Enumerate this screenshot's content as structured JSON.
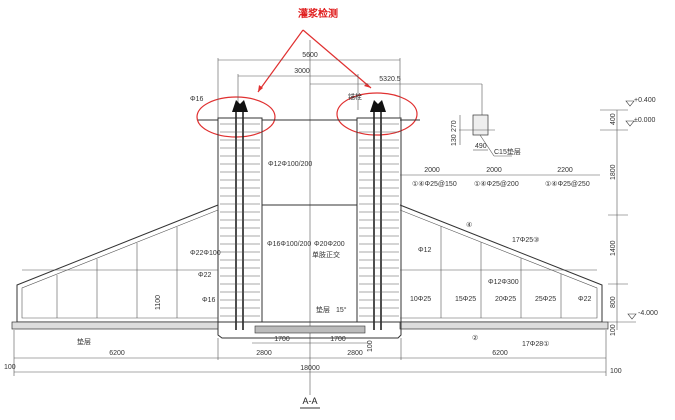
{
  "drawing": {
    "title": "A-A",
    "annotation": "灌浆检测",
    "colors": {
      "annotation": "#e02020",
      "lines": "#333333"
    },
    "top_dims": {
      "total_width": "5600",
      "bolt_spacing": "3000",
      "offset": "5320.5"
    },
    "detail": {
      "h1": "270",
      "h2": "130",
      "w": "490",
      "label": "C15垫层"
    },
    "span_dims": [
      "2000",
      "2000",
      "2200"
    ],
    "span_rebar": [
      "①④Φ25@150",
      "①④Φ25@200",
      "①④Φ25@250"
    ],
    "elevations": {
      "top": "+0.400",
      "ground": "±0.000",
      "bottom": "-4.000"
    },
    "vertical_dims": [
      "400",
      "1800",
      "1400",
      "800",
      "100"
    ],
    "bottom_dims": {
      "left_wing": "6200",
      "left_center": "2800",
      "right_center": "2800",
      "right_wing": "6200",
      "inner_left": "1700",
      "inner_right": "1700",
      "total": "18000",
      "edge_left": "100",
      "edge_right": "100",
      "rise": "1100",
      "pad": "100"
    },
    "rebar_labels": {
      "col_top": "Φ16",
      "col_stirrup_top": "Φ12Φ100/200",
      "col_stirrup_mid": "Φ16Φ100/200",
      "center_bar": "Φ20Φ200",
      "center_note": "单肢正交",
      "left_1": "Φ22Φ100",
      "left_2": "Φ22",
      "left_3": "Φ16",
      "left_cushion": "垫层",
      "center_cushion": "垫层",
      "angle": "15°",
      "top_anchor": "锚栓",
      "right_mark4": "④",
      "right_top": "17Φ25③",
      "right_mid": "Φ12",
      "right_mid2": "Φ12Φ300",
      "r1": "10Φ25",
      "r2": "15Φ25",
      "r3": "20Φ25",
      "r4": "25Φ25",
      "r5": "Φ22",
      "r_bottom": "17Φ28①",
      "r_mark2": "②"
    }
  }
}
